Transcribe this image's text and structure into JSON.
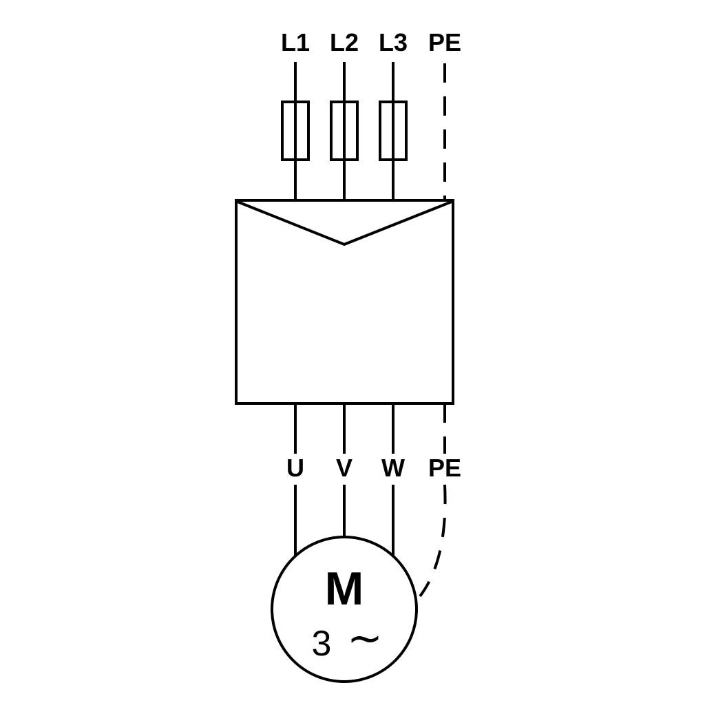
{
  "diagram": {
    "kind": "three-phase-motor-wiring",
    "colors": {
      "line": "#000000",
      "background": "#ffffff"
    },
    "top_terminals": {
      "l1": "L1",
      "l2": "L2",
      "l3": "L3",
      "pe": "PE"
    },
    "bottom_terminals": {
      "u": "U",
      "v": "V",
      "w": "W",
      "pe": "PE"
    },
    "motor": {
      "letter": "M",
      "phase_number": "3",
      "sine_symbol": "∼"
    }
  }
}
